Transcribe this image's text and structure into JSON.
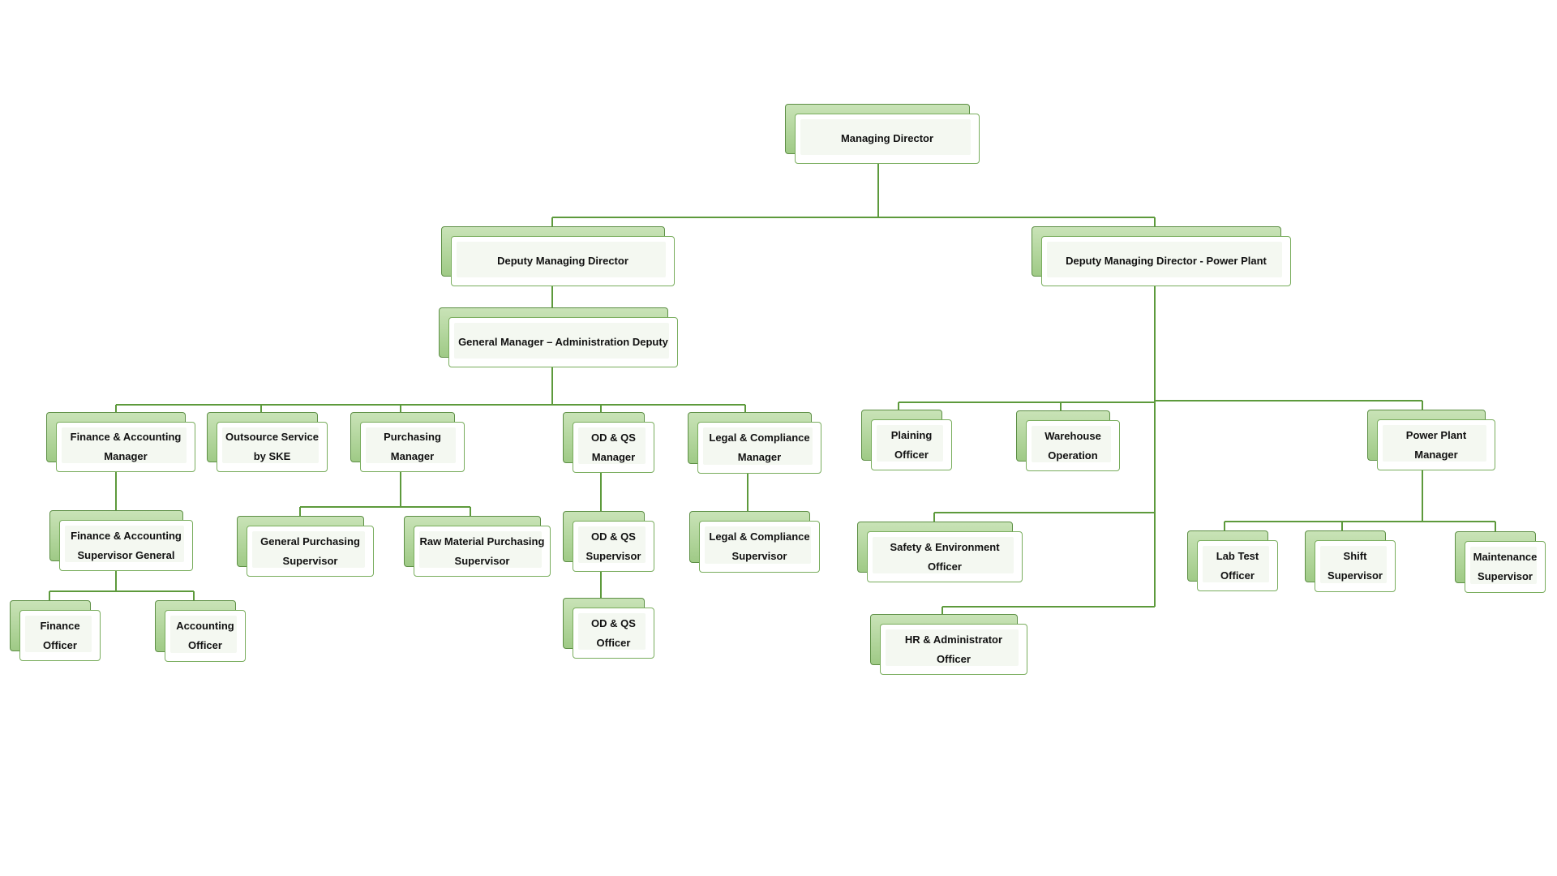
{
  "colors": {
    "line": "#5d9a3c",
    "back": "#a9d18e",
    "front": "#ffffff"
  },
  "nodes": {
    "md": {
      "label": "Managing Director"
    },
    "dmd": {
      "label": "Deputy Managing Director"
    },
    "dmd_pp": {
      "label": "Deputy Managing Director - Power Plant"
    },
    "gm_admin": {
      "label": "General Manager – Administration Deputy"
    },
    "fa_mgr": {
      "label": "Finance & Accounting Manager"
    },
    "outsource": {
      "label": "Outsource Service by SKE"
    },
    "purch_mgr": {
      "label": "Purchasing Manager"
    },
    "odqs_mgr": {
      "label": "OD & QS Manager"
    },
    "legal_mgr": {
      "label": "Legal & Compliance Manager"
    },
    "fa_sup": {
      "label": "Finance & Accounting Supervisor General"
    },
    "gen_purch_sup": {
      "label": "General Purchasing Supervisor"
    },
    "raw_purch_sup": {
      "label": "Raw Material Purchasing Supervisor"
    },
    "odqs_sup": {
      "label": "OD & QS Supervisor"
    },
    "legal_sup": {
      "label": "Legal & Compliance Supervisor"
    },
    "fin_officer": {
      "label": "Finance Officer"
    },
    "acc_officer": {
      "label": "Accounting Officer"
    },
    "odqs_officer": {
      "label": "OD & QS Officer"
    },
    "plaining": {
      "label": "Plaining Officer"
    },
    "warehouse": {
      "label": "Warehouse Operation"
    },
    "pp_mgr": {
      "label": "Power Plant Manager"
    },
    "safety": {
      "label": "Safety & Environment Officer"
    },
    "hr": {
      "label": "HR & Administrator Officer"
    },
    "labtest": {
      "label": "Lab Test Officer"
    },
    "shift": {
      "label": "Shift Supervisor"
    },
    "maint": {
      "label": "Maintenance Supervisor"
    }
  }
}
